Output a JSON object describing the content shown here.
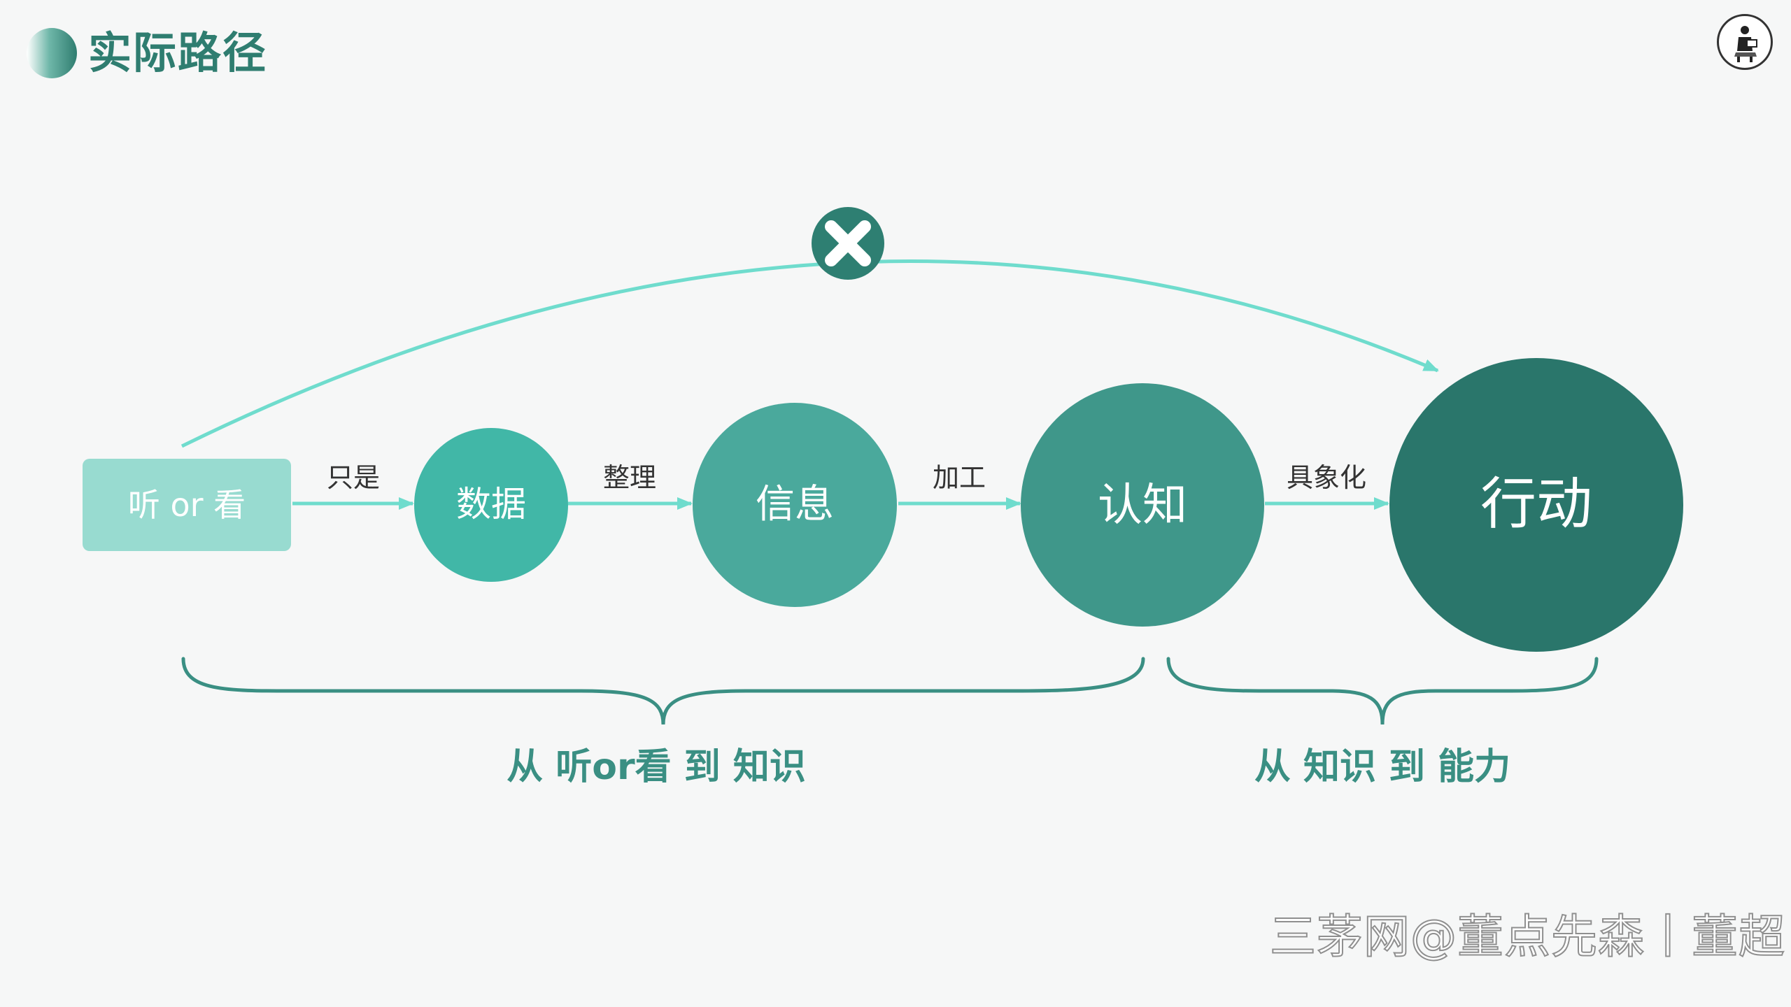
{
  "header": {
    "title": "实际路径"
  },
  "watermark": "三茅网@董点先森丨董超",
  "diagram": {
    "nodes": [
      {
        "id": "listen",
        "label": "听 or 看",
        "shape": "rounded-rect",
        "color": "#98dbd0"
      },
      {
        "id": "data",
        "label": "数据",
        "shape": "circle",
        "color": "#41b7a7"
      },
      {
        "id": "info",
        "label": "信息",
        "shape": "circle",
        "color": "#4aa99c"
      },
      {
        "id": "cognition",
        "label": "认知",
        "shape": "circle",
        "color": "#3f978a"
      },
      {
        "id": "action",
        "label": "行动",
        "shape": "circle",
        "color": "#2a766b"
      }
    ],
    "edges": [
      {
        "from": "listen",
        "to": "data",
        "label": "只是"
      },
      {
        "from": "data",
        "to": "info",
        "label": "整理"
      },
      {
        "from": "info",
        "to": "cognition",
        "label": "加工"
      },
      {
        "from": "cognition",
        "to": "action",
        "label": "具象化"
      }
    ],
    "shortcut": {
      "from": "listen",
      "to": "action",
      "blocked": true,
      "marker": "close-icon"
    },
    "braces": [
      {
        "label": "从 听or看 到 知识",
        "span": [
          "listen",
          "cognition"
        ]
      },
      {
        "label": "从 知识 到 能力",
        "span": [
          "cognition",
          "action"
        ]
      }
    ],
    "colors": {
      "arrow": "#6fdccd",
      "brace": "#3a8f83",
      "brace_label": "#3a8f83",
      "edge_label": "#333333",
      "node_text": "#ffffff",
      "blocked_marker": "#2e7f72"
    }
  }
}
